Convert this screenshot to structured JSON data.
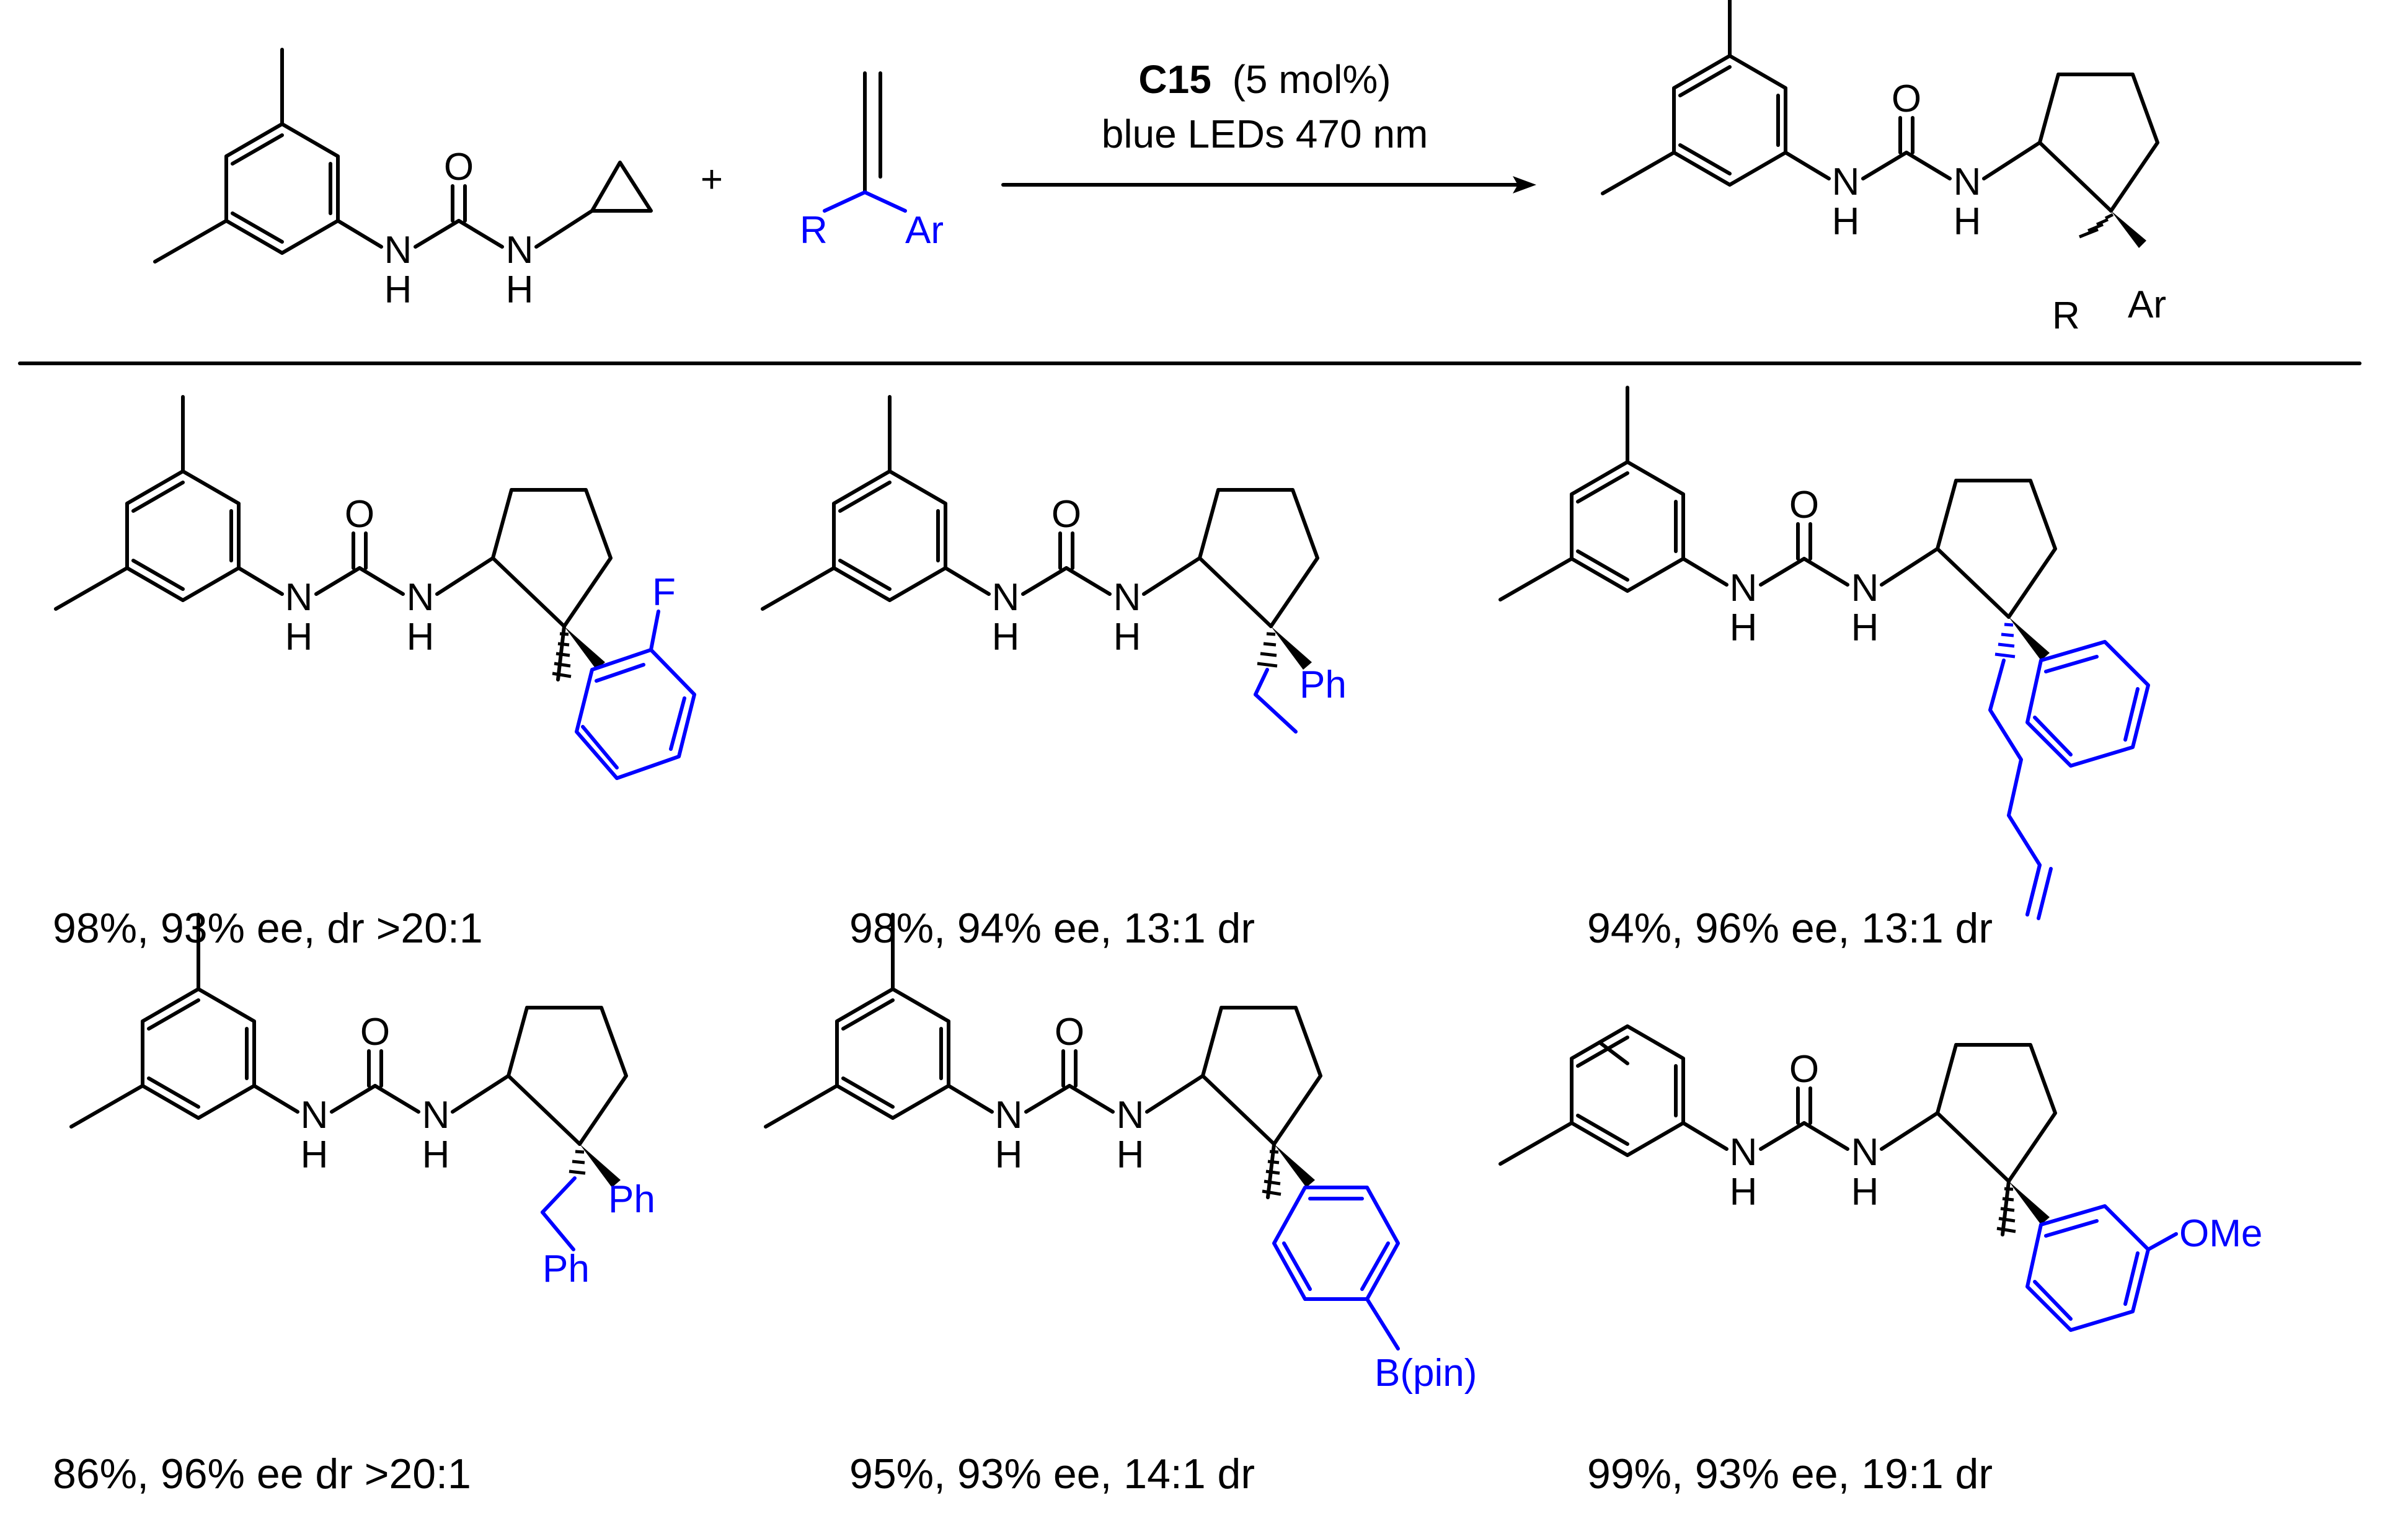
{
  "colors": {
    "ink": "#000000",
    "variable_group": "#0000ff"
  },
  "reaction": {
    "plus": "+",
    "conditions": {
      "catalyst": "C15",
      "loading": "(5 mol%)",
      "light": "blue LEDs 470 nm"
    }
  },
  "atom_labels": {
    "N": "N",
    "H": "H",
    "O": "O",
    "R": "R",
    "Ar": "Ar",
    "F": "F",
    "Ph": "Ph",
    "Bpin": "B(pin)",
    "OMe": "OMe"
  },
  "products": [
    {
      "result": "98%, 93% ee, dr >20:1"
    },
    {
      "result": "98%, 94% ee, 13:1 dr"
    },
    {
      "result": "94%, 96% ee, 13:1 dr"
    },
    {
      "result": "86%, 96% ee  dr >20:1"
    },
    {
      "result": "95%, 93% ee, 14:1 dr"
    },
    {
      "result": "99%, 93% ee, 19:1 dr"
    }
  ]
}
